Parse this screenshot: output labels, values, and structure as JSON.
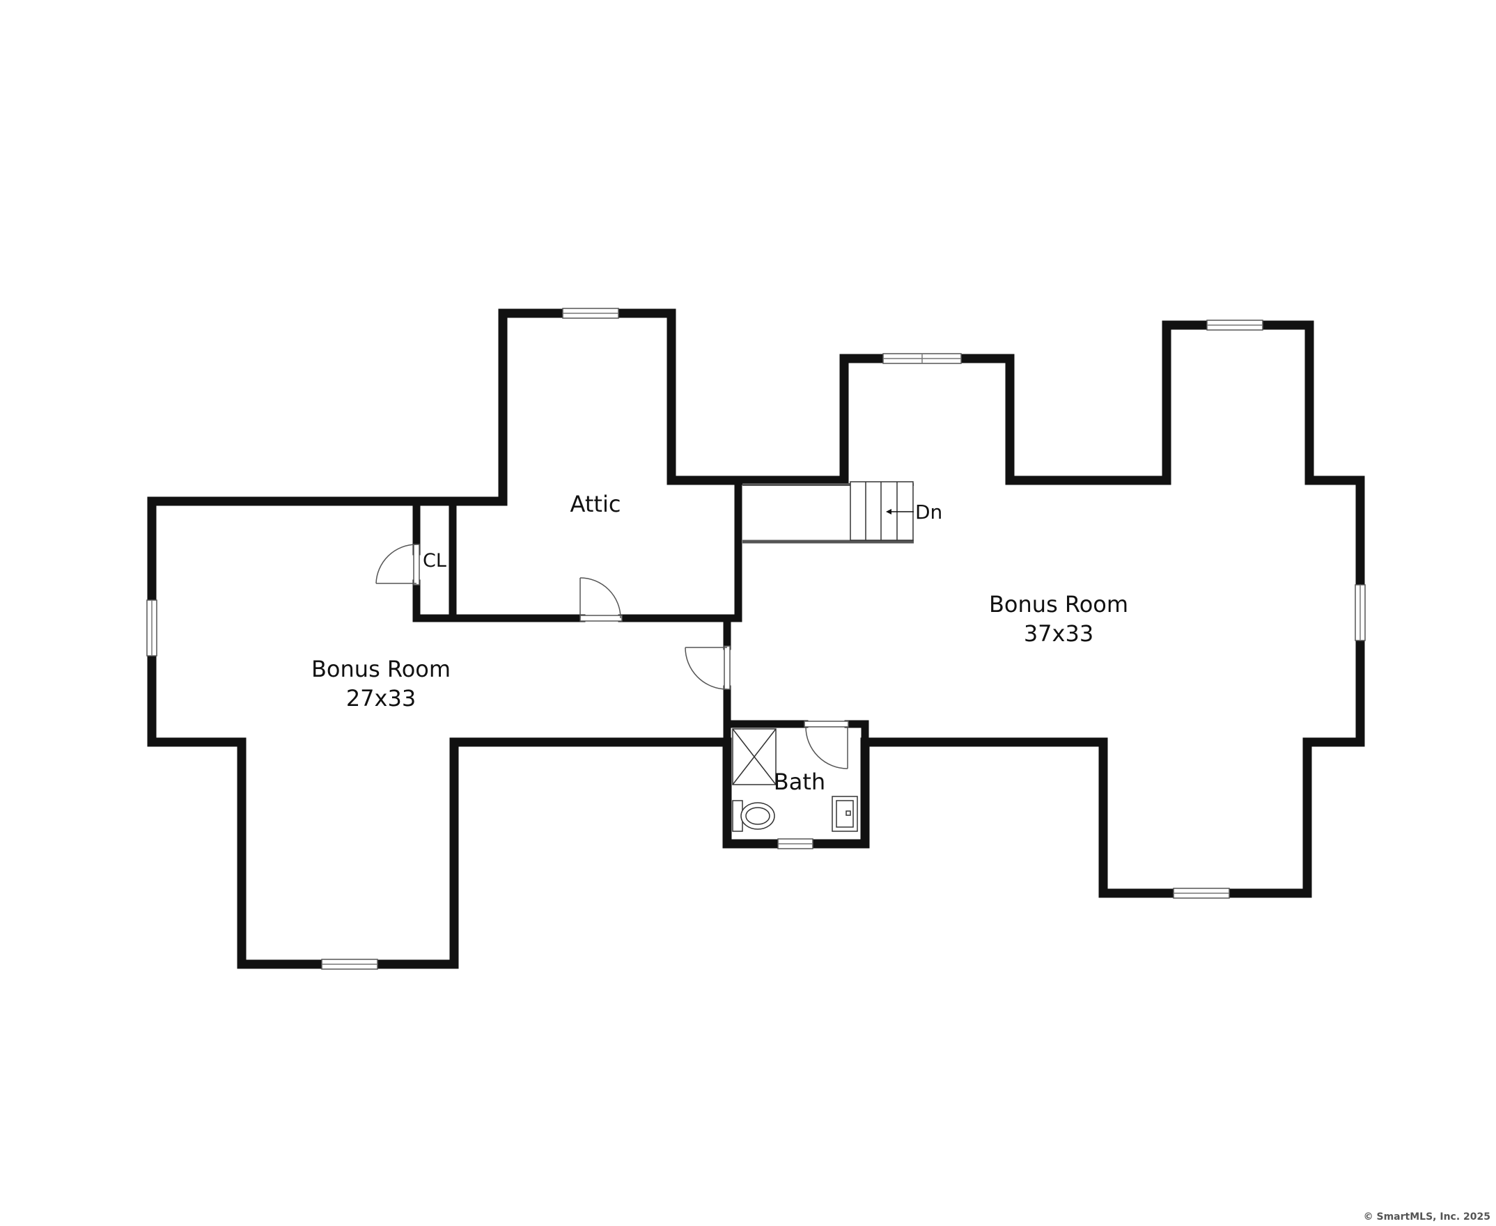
{
  "rooms": {
    "bonus_left": {
      "name": "Bonus Room",
      "size": "27x33"
    },
    "attic": {
      "name": "Attic"
    },
    "closet": {
      "name": "CL"
    },
    "bonus_right": {
      "name": "Bonus Room",
      "size": "37x33"
    },
    "bath": {
      "name": "Bath"
    }
  },
  "stairs": {
    "label": "Dn"
  },
  "copyright": "© SmartMLS, Inc.  2025",
  "colors": {
    "wall": "#111111",
    "background": "#ffffff",
    "fixture": "#333333"
  }
}
